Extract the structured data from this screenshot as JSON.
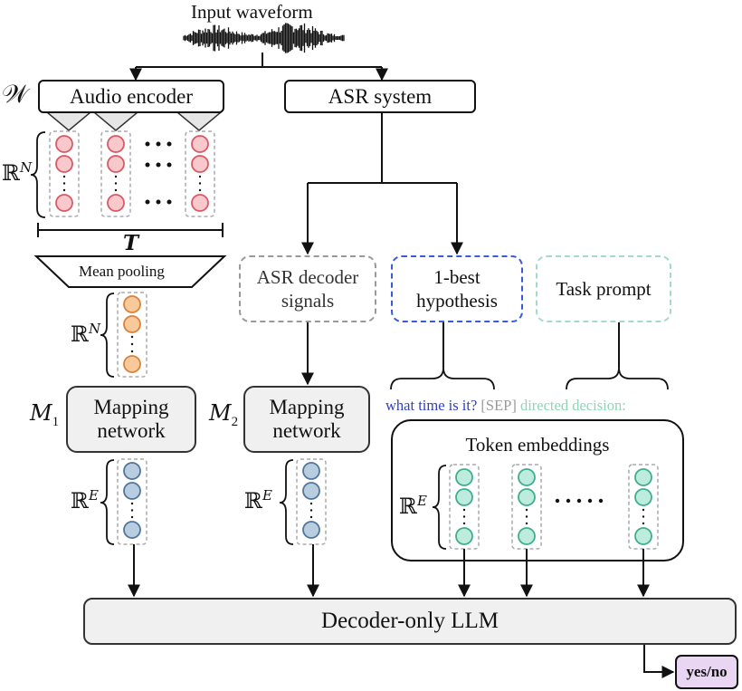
{
  "input": {
    "label": "Input waveform"
  },
  "audio_encoder": {
    "symbol": "𝒲",
    "label": "Audio encoder"
  },
  "asr_system": {
    "label": "ASR system"
  },
  "encoder_output": {
    "dim": "ℝ",
    "dim_sup": "N",
    "time_label": "T"
  },
  "mean_pooling": {
    "label": "Mean pooling"
  },
  "pooled": {
    "dim": "ℝ",
    "dim_sup": "N"
  },
  "mapping1": {
    "symbol": "M",
    "sub": "1",
    "label_line1": "Mapping",
    "label_line2": "network"
  },
  "mapping2": {
    "symbol": "M",
    "sub": "2",
    "label_line1": "Mapping",
    "label_line2": "network"
  },
  "emb1": {
    "dim": "ℝ",
    "dim_sup": "E"
  },
  "emb2": {
    "dim": "ℝ",
    "dim_sup": "E"
  },
  "asr_signals": {
    "line1": "ASR decoder",
    "line2": "signals"
  },
  "hypothesis": {
    "line1": "1-best",
    "line2": "hypothesis"
  },
  "task_prompt": {
    "label": "Task prompt"
  },
  "token_text": {
    "hyp": "what time is it?",
    "sep": "[SEP]",
    "prompt": "directed decision:"
  },
  "token_embeddings": {
    "label": "Token embeddings",
    "dim": "ℝ",
    "dim_sup": "E"
  },
  "llm": {
    "label": "Decoder-only LLM"
  },
  "output": {
    "label": "yes/no"
  },
  "colors": {
    "pink_fill": "#f8c8cc",
    "pink_stroke": "#d95a63",
    "orange_fill": "#f8c99a",
    "orange_stroke": "#d9823a",
    "blue_fill": "#b9cde0",
    "blue_stroke": "#52759b",
    "green_fill": "#bdebdc",
    "green_stroke": "#3fae8d",
    "hyp_text": "#2b3fcc",
    "sep_text": "#9a9a9a",
    "prompt_text": "#8ed6b6",
    "output_fill": "#e9d6f3"
  }
}
